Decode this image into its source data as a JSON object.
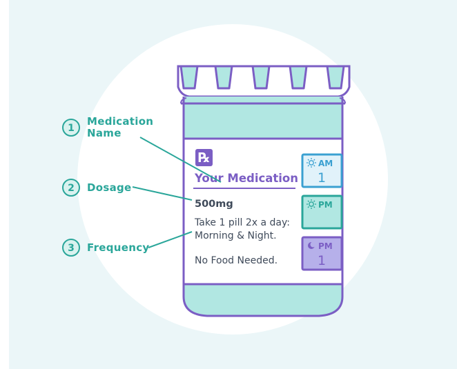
{
  "colors": {
    "panel_bg": "#ebf6f8",
    "circle_bg": "#ffffff",
    "teal": "#2aa69a",
    "purple": "#7b5ec4",
    "bottle_fill": "#b1e7e2",
    "text": "#3f4a5a"
  },
  "callouts": [
    {
      "num": "1",
      "line1": "Medication",
      "line2": "Name"
    },
    {
      "num": "2",
      "line1": "Dosage"
    },
    {
      "num": "3",
      "line1": "Frequency"
    }
  ],
  "label": {
    "rx_symbol": "℞",
    "title": "Your Medication",
    "dosage": "500mg",
    "frequency_line1": "Take 1 pill 2x a day:",
    "frequency_line2": "Morning & Night.",
    "food_note": "No Food Needed."
  },
  "slots": [
    {
      "icon": "sun-icon",
      "period": "AM",
      "count": "1",
      "fill": "#e1f2fa",
      "stroke": "#3aa0d1",
      "text": "#3aa0d1"
    },
    {
      "icon": "sun-icon",
      "period": "PM",
      "count": "",
      "fill": "#b1e7e2",
      "stroke": "#2aa69a",
      "text": "#2aa69a"
    },
    {
      "icon": "moon-icon",
      "period": "PM",
      "count": "1",
      "fill": "#b6b0ea",
      "stroke": "#7b5ec4",
      "text": "#7b5ec4"
    }
  ]
}
